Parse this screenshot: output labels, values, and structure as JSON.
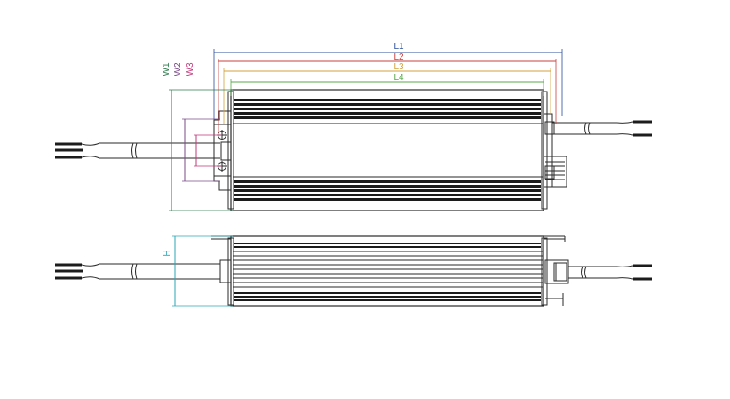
{
  "dimensions": {
    "L1": {
      "label": "L1",
      "color": "#2b4f9e"
    },
    "L2": {
      "label": "L2",
      "color": "#c8413d"
    },
    "L3": {
      "label": "L3",
      "color": "#d3a23b"
    },
    "L4": {
      "label": "L4",
      "color": "#58a849"
    },
    "W1": {
      "label": "W1",
      "color": "#2f7a4d"
    },
    "W2": {
      "label": "W2",
      "color": "#7a4b86"
    },
    "W3": {
      "label": "W3",
      "color": "#c0397a"
    },
    "H": {
      "label": "H",
      "color": "#2aa7b8"
    }
  },
  "views": [
    "top-view",
    "side-view"
  ]
}
